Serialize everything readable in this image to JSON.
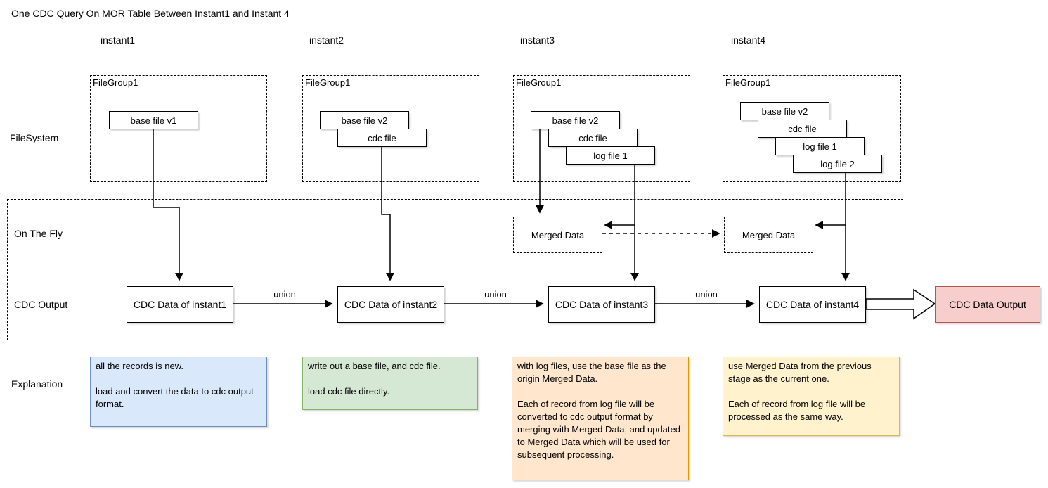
{
  "title": "One CDC Query On MOR Table Between Instant1 and Instant 4",
  "row_labels": {
    "filesystem": "FileSystem",
    "on_the_fly": "On The Fly",
    "cdc_output": "CDC Output",
    "explanation": "Explanation"
  },
  "merged_data_label": "Merged Data",
  "union_label": "union",
  "output_label": "CDC Data Output",
  "instants": [
    {
      "label": "instant1",
      "filegroup_label": "FileGroup1",
      "files": [
        "base file v1"
      ],
      "cdc_label": "CDC Data of instant1",
      "explanation": "all the records is new.\n\nload and convert the data to cdc output format."
    },
    {
      "label": "instant2",
      "filegroup_label": "FileGroup1",
      "files": [
        "base file v2",
        "cdc file"
      ],
      "cdc_label": "CDC Data of instant2",
      "explanation": "write out a base file, and cdc file.\n\nload cdc file directly."
    },
    {
      "label": "instant3",
      "filegroup_label": "FileGroup1",
      "files": [
        "base file v2",
        "cdc file",
        "log file 1"
      ],
      "cdc_label": "CDC Data of instant3",
      "explanation": "with log files, use the base file as the origin Merged Data.\n\nEach of record from log file will be converted to cdc output format by merging with Merged Data, and updated to Merged Data which will be used for subsequent processing."
    },
    {
      "label": "instant4",
      "filegroup_label": "FileGroup1",
      "files": [
        "base file v2",
        "cdc file",
        "log file 1",
        "log file 2"
      ],
      "cdc_label": "CDC Data of instant4",
      "explanation": "use Merged Data from the previous stage as the current one.\n\nEach of record from log file will be processed as the same way."
    }
  ],
  "colors": {
    "line": "#000000",
    "explanation_instant1_fill": "#dae8fc",
    "explanation_instant1_border": "#6c8ebf",
    "explanation_instant2_fill": "#d5e8d4",
    "explanation_instant2_border": "#82b366",
    "explanation_instant3_fill": "#ffe6cc",
    "explanation_instant3_border": "#d79b00",
    "explanation_instant4_fill": "#fff2cc",
    "explanation_instant4_border": "#d6b656",
    "output_fill": "#f8cecc",
    "output_border": "#b85450"
  }
}
